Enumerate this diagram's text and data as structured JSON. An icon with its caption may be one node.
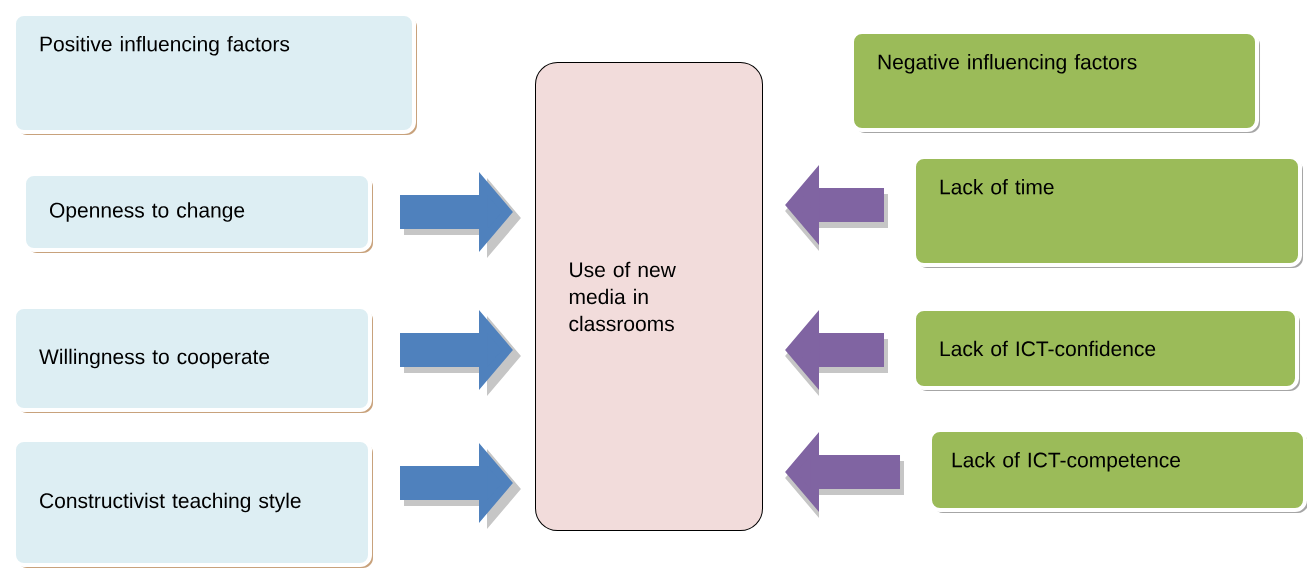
{
  "diagram": {
    "nodes": [
      {
        "text": [
          "Positive influencing factors"
        ]
      },
      {
        "text": [
          "Openness to change"
        ]
      },
      {
        "text": [
          "Willingness to cooperate"
        ]
      },
      {
        "text": [
          "Constructivist teaching style"
        ]
      },
      {
        "text": [
          "Use of new media in classrooms"
        ]
      },
      {
        "text": [
          "Negative influencing factors"
        ]
      },
      {
        "text": [
          "Lack of time"
        ]
      },
      {
        "text": [
          "Lack of ICT-confidence"
        ]
      },
      {
        "text": [
          "Lack of ICT-competence"
        ]
      }
    ],
    "edges": [
      {
        "from": 1,
        "to": 4,
        "arrow": "to",
        "color": "#4f81bd"
      },
      {
        "from": 2,
        "to": 4,
        "arrow": "to",
        "color": "#4f81bd"
      },
      {
        "from": 3,
        "to": 4,
        "arrow": "to",
        "color": "#4f81bd"
      },
      {
        "from": 6,
        "to": 4,
        "arrow": "to",
        "color": "#8064a2"
      },
      {
        "from": 7,
        "to": 4,
        "arrow": "to",
        "color": "#8064a2"
      },
      {
        "from": 8,
        "to": 4,
        "arrow": "to",
        "color": "#8064a2"
      }
    ]
  }
}
